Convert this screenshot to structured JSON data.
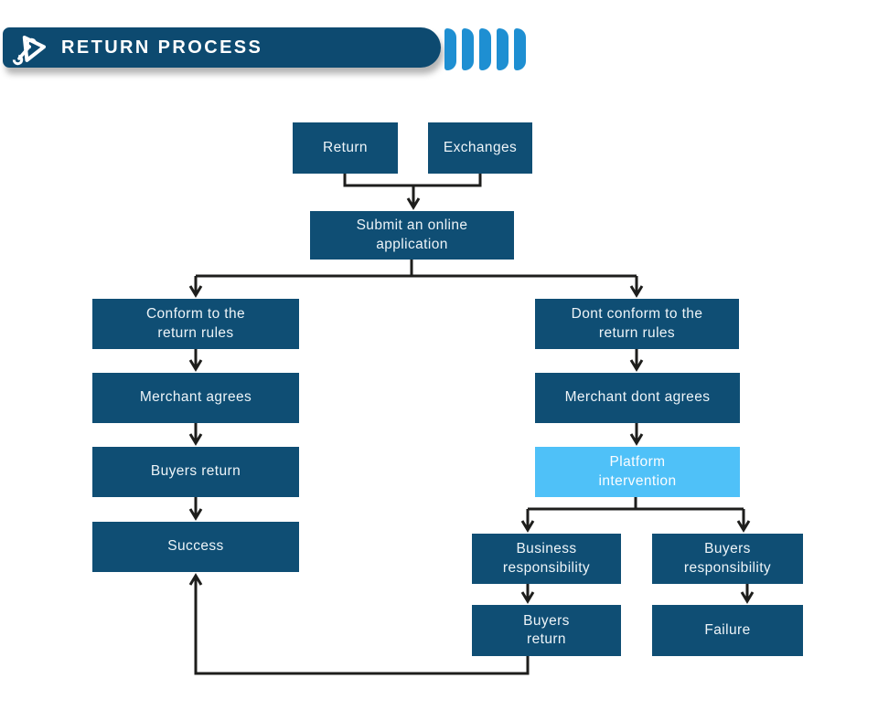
{
  "header": {
    "title": "RETURN PROCESS",
    "logo_icon": "play-triangle-wrench-icon",
    "bar_color": "#0d4a70",
    "accent_color": "#1e8fd2",
    "chevron_count": 5
  },
  "flowchart": {
    "node_color": "#0f4e74",
    "highlight_color": "#4fc1f8",
    "line_color": "#1e1e1c",
    "text_color": "#edf4f8",
    "nodes": [
      {
        "id": "return",
        "label": "Return"
      },
      {
        "id": "exchanges",
        "label": "Exchanges"
      },
      {
        "id": "submit-application",
        "label": "Submit an online\napplication"
      },
      {
        "id": "conform-rules",
        "label": "Conform to the\nreturn rules"
      },
      {
        "id": "dont-conform-rules",
        "label": "Dont conform to the\nreturn rules"
      },
      {
        "id": "merchant-agrees",
        "label": "Merchant agrees"
      },
      {
        "id": "merchant-dont-agrees",
        "label": "Merchant dont agrees"
      },
      {
        "id": "buyers-return",
        "label": "Buyers return"
      },
      {
        "id": "platform-intervention",
        "label": "Platform\nintervention"
      },
      {
        "id": "success",
        "label": "Success"
      },
      {
        "id": "business-responsibility",
        "label": "Business\nresponsibility"
      },
      {
        "id": "buyers-responsibility",
        "label": "Buyers\nresponsibility"
      },
      {
        "id": "buyers-return-bottom",
        "label": "Buyers\nreturn"
      },
      {
        "id": "failure",
        "label": "Failure"
      }
    ]
  }
}
